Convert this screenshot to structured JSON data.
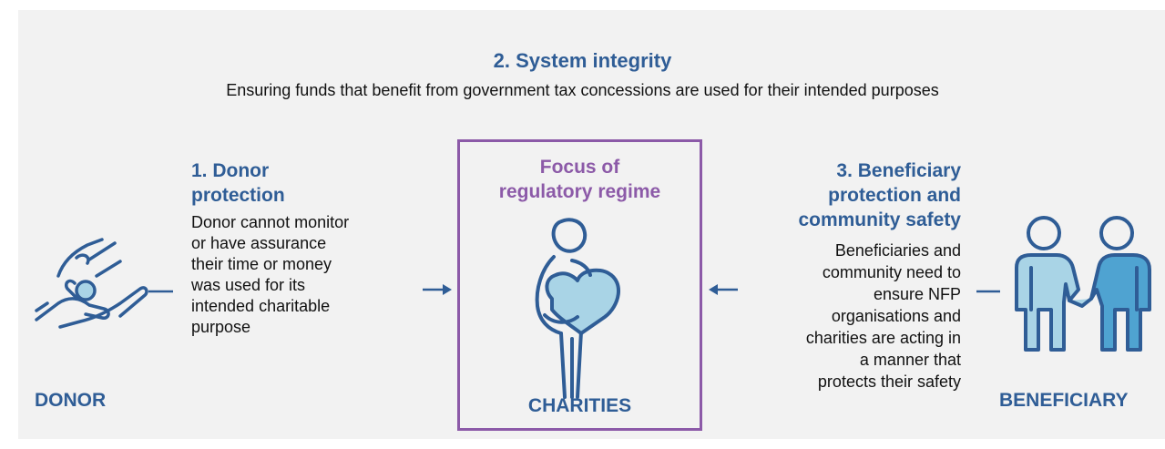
{
  "system": {
    "title": "2. System integrity",
    "subtitle": "Ensuring funds that benefit from government tax concessions are used for their intended purposes"
  },
  "donor": {
    "heading_line1": "1. Donor",
    "heading_line2": "protection",
    "body": [
      "Donor cannot monitor",
      "or have assurance",
      "their time or money",
      "was used for its",
      "intended charitable",
      "purpose"
    ],
    "label": "DONOR",
    "icon": "hand-giving-coin-icon"
  },
  "charities": {
    "title_line1": "Focus of",
    "title_line2": "regulatory regime",
    "label": "CHARITIES",
    "icon": "person-hugging-heart-icon"
  },
  "beneficiary": {
    "heading_line1": "3. Beneficiary",
    "heading_line2": "protection and",
    "heading_line3": "community safety",
    "body": [
      "Beneficiaries and",
      "community need to",
      "ensure NFP",
      "organisations and",
      "charities are acting in",
      "a manner that",
      "protects their safety"
    ],
    "label": "BENEFICIARY",
    "icon": "two-people-holding-hands-icon"
  },
  "colors": {
    "accent_blue": "#2f5d96",
    "accent_purple": "#8c5aa8",
    "icon_fill": "#a9d4e6",
    "panel_bg": "#f2f2f2"
  }
}
